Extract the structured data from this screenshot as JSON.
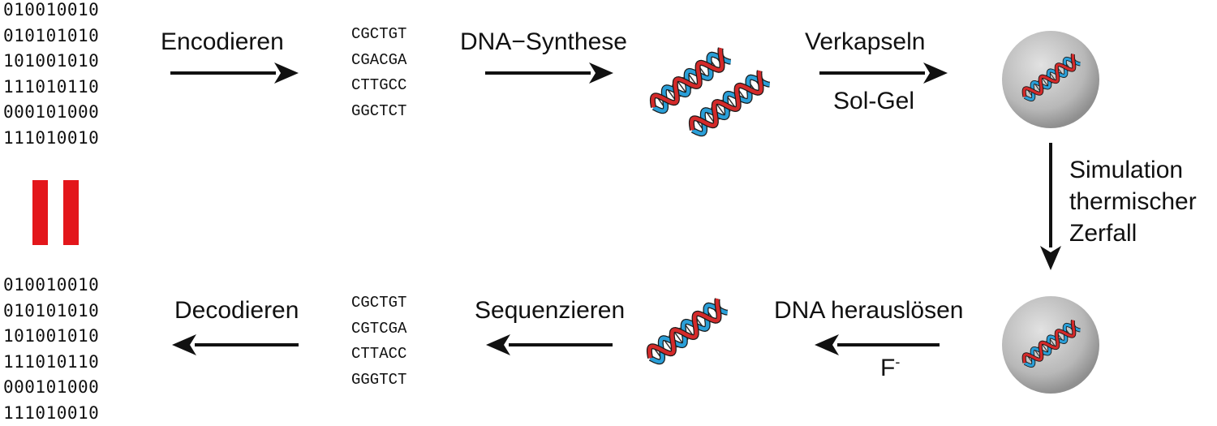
{
  "input_bits": [
    "010010010",
    "010101010",
    "101001010",
    "111010110",
    "000101000",
    "111010010"
  ],
  "output_bits": [
    "010010010",
    "010101010",
    "101001010",
    "111010110",
    "000101000",
    "111010010"
  ],
  "encoded_sequence": [
    "CGCTGT",
    "CGACGA",
    "CTTGCC",
    "GGCTCT"
  ],
  "decoded_sequence": [
    "CGCTGT",
    "CGTCGA",
    "CTTACC",
    "GGGTCT"
  ],
  "steps": {
    "encode": "Encodieren",
    "synthesis": "DNA−Synthese",
    "encapsulate": "Verkapseln",
    "encapsulate_method": "Sol-Gel",
    "simulation": [
      "Simulation",
      "thermischer",
      "Zerfall"
    ],
    "release": "DNA herauslösen",
    "release_reagent": "F",
    "release_reagent_sup": "-",
    "sequence": "Sequenzieren",
    "decode": "Decodieren"
  },
  "colors": {
    "equals_sign": "#e3161b",
    "helix_red": "#d42a2a",
    "helix_blue": "#2a9fd8",
    "sphere_fill": "#b8b8b8",
    "arrow": "#111111"
  }
}
